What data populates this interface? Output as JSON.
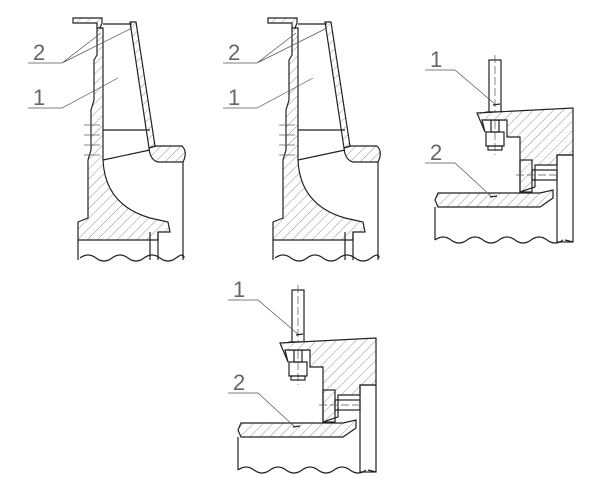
{
  "figures": [
    {
      "id": "impeller-a",
      "labels": {
        "one": "1",
        "two": "2"
      }
    },
    {
      "id": "impeller-b",
      "labels": {
        "one": "1",
        "two": "2"
      }
    },
    {
      "id": "bracket-a",
      "labels": {
        "one": "1",
        "two": "2"
      }
    },
    {
      "id": "bracket-b",
      "labels": {
        "one": "1",
        "two": "2"
      }
    }
  ]
}
